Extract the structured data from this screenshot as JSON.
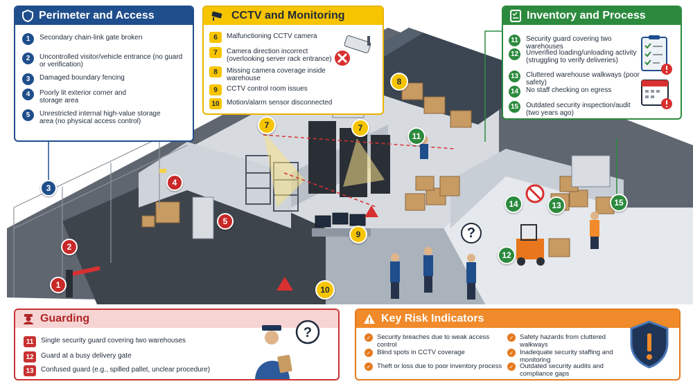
{
  "perimeter": {
    "title": "Perimeter and Access",
    "items": [
      {
        "num": "1",
        "text": "Secondary chain-link gate broken"
      },
      {
        "num": "2",
        "text": "Uncontrolled visitor/vehicle entrance (no guard or verification)"
      },
      {
        "num": "3",
        "text": "Damaged boundary fencing"
      },
      {
        "num": "4",
        "text": "Poorly lit exterior corner and storage area"
      },
      {
        "num": "5",
        "text": "Unrestricted internal high-value storage area (no physical access control)"
      }
    ]
  },
  "cctv": {
    "title": "CCTV and Monitoring",
    "items": [
      {
        "num": "6",
        "text": "Malfunctioning CCTV camera"
      },
      {
        "num": "7",
        "text": "Camera direction incorrect (overlooking server rack entrance)"
      },
      {
        "num": "8",
        "text": "Missing camera coverage inside warehouse"
      },
      {
        "num": "9",
        "text": "CCTV control room issues"
      },
      {
        "num": "10",
        "text": "Motion/alarm sensor disconnected"
      }
    ]
  },
  "inventory": {
    "title": "Inventory and Process",
    "items": [
      {
        "num": "11",
        "text": "Security guard covering two warehouses"
      },
      {
        "num": "12",
        "text": "Unverified loading/unloading activity (struggling to verify deliveries)"
      },
      {
        "num": "13",
        "text": "Cluttered warehouse walkways (poor safety)"
      },
      {
        "num": "14",
        "text": "No staff checking on egress"
      },
      {
        "num": "15",
        "text": "Outdated security inspection/audit (two years ago)"
      }
    ]
  },
  "guarding": {
    "title": "Guarding",
    "items": [
      {
        "num": "11",
        "text": "Single security guard covering two warehouses"
      },
      {
        "num": "12",
        "text": "Guard at a busy delivery gate"
      },
      {
        "num": "13",
        "text": "Confused guard (e.g., spilled pallet, unclear procedure)"
      }
    ]
  },
  "risk": {
    "title": "Key Risk Indicators",
    "left": [
      "Security breaches due to weak access control",
      "Blind spots in CCTV coverage",
      "Theft or loss due to poor inventory process"
    ],
    "right": [
      "Safety hazards from cluttered walkways",
      "Inadequate security staffing and monitoring",
      "Outdated security audits and compliance gaps"
    ]
  },
  "scene_badges": {
    "b1": "1",
    "b2": "2",
    "b3": "3",
    "b4": "4",
    "b5": "5",
    "b7a": "7",
    "b7b": "7",
    "b8": "8",
    "b9": "9",
    "b10": "10",
    "b11": "11",
    "b12": "12",
    "b13": "13",
    "b14": "14",
    "b15": "15",
    "q1": "?",
    "q2": "?"
  },
  "colors": {
    "perimeter": "#1f4e8c",
    "cctv": "#f7c400",
    "inventory": "#2c8a3e",
    "guarding": "#c83232",
    "risk": "#e57a1e"
  }
}
